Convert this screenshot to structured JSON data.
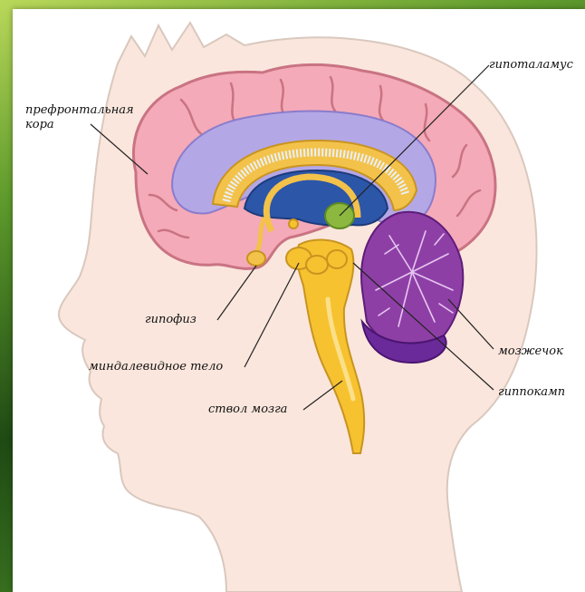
{
  "labels": {
    "prefrontal": "префронтальная\nкора",
    "hypothalamus": "гипоталамус",
    "pituitary": "гипофиз",
    "amygdala": "миндалевидное тело",
    "brainstem": "ствол мозга",
    "cerebellum": "мозжечок",
    "hippocampus": "гиппокамп"
  },
  "colors": {
    "frame": "#2f6a1e",
    "head": "#fae6dc",
    "head_outline": "#d9c8be",
    "cortex": "#f4aab8",
    "cortex_outline": "#c97383",
    "ventricle": "#b4a7e6",
    "corpus_callosum": "#f3c24a",
    "thalamus": "#2c56a8",
    "hypothalamus": "#8cb840",
    "cerebellum": "#8e3fa6",
    "brainstem": "#f7c230"
  }
}
